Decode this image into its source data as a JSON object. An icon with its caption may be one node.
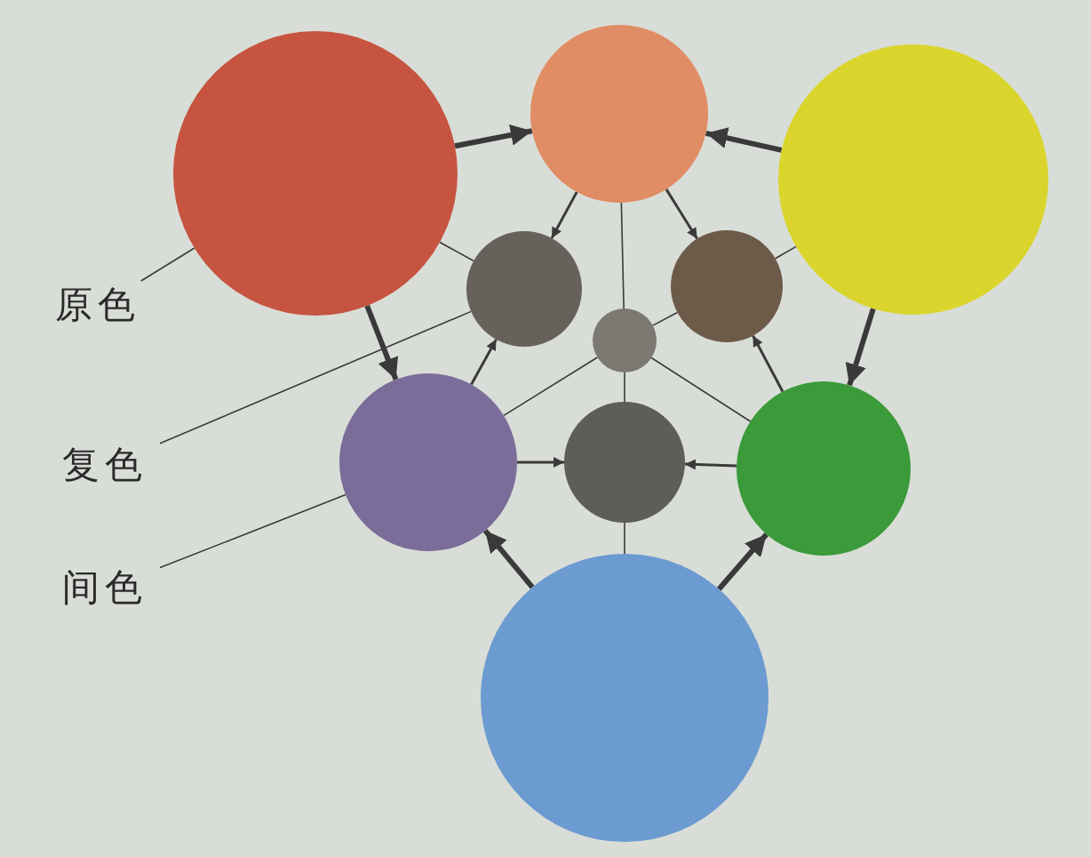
{
  "diagram": {
    "nodes": [
      {
        "text": [
          "原色"
        ]
      },
      {
        "text": [],
        "shape": "circle"
      },
      {
        "text": [],
        "shape": "circle"
      },
      {
        "text": [],
        "shape": "circle"
      },
      {
        "text": [],
        "shape": "circle"
      },
      {
        "text": [],
        "shape": "circle"
      },
      {
        "text": [],
        "shape": "circle"
      },
      {
        "text": [
          "复色"
        ]
      },
      {
        "text": [],
        "shape": "circle"
      },
      {
        "text": [],
        "shape": "circle"
      },
      {
        "text": [],
        "shape": "circle"
      },
      {
        "text": [
          "间色"
        ]
      },
      {
        "text": [],
        "shape": "circle"
      }
    ],
    "edges": [
      {
        "from": 1,
        "to": 2,
        "arrow": "to",
        "style": "thick"
      },
      {
        "from": 3,
        "to": 2,
        "arrow": "to",
        "style": "thick"
      },
      {
        "from": 1,
        "to": 8,
        "arrow": "to",
        "style": "thick"
      },
      {
        "from": 3,
        "to": 10,
        "arrow": "to",
        "style": "thick"
      },
      {
        "from": 12,
        "to": 8,
        "arrow": "to",
        "style": "thick"
      },
      {
        "from": 12,
        "to": 10,
        "arrow": "to",
        "style": "thick"
      },
      {
        "from": 2,
        "to": 4,
        "arrow": "to"
      },
      {
        "from": 2,
        "to": 6,
        "arrow": "to"
      },
      {
        "from": 8,
        "to": 4,
        "arrow": "to"
      },
      {
        "from": 10,
        "to": 6,
        "arrow": "to"
      },
      {
        "from": 8,
        "to": 9,
        "arrow": "to"
      },
      {
        "from": 10,
        "to": 9,
        "arrow": "to"
      },
      {
        "from": 4,
        "to": 1,
        "arrow": "none"
      },
      {
        "from": 6,
        "to": 3,
        "arrow": "none"
      },
      {
        "from": 2,
        "to": 5,
        "arrow": "none"
      },
      {
        "from": 6,
        "to": 5,
        "arrow": "none"
      },
      {
        "from": 8,
        "to": 5,
        "arrow": "none"
      },
      {
        "from": 10,
        "to": 5,
        "arrow": "none"
      },
      {
        "from": 9,
        "to": 5,
        "arrow": "none"
      },
      {
        "from": 9,
        "to": 12,
        "arrow": "none"
      },
      {
        "from": 0,
        "to": 1,
        "arrow": "none"
      },
      {
        "from": 7,
        "to": 4,
        "arrow": "none"
      },
      {
        "from": 11,
        "to": 8,
        "arrow": "none"
      }
    ]
  }
}
